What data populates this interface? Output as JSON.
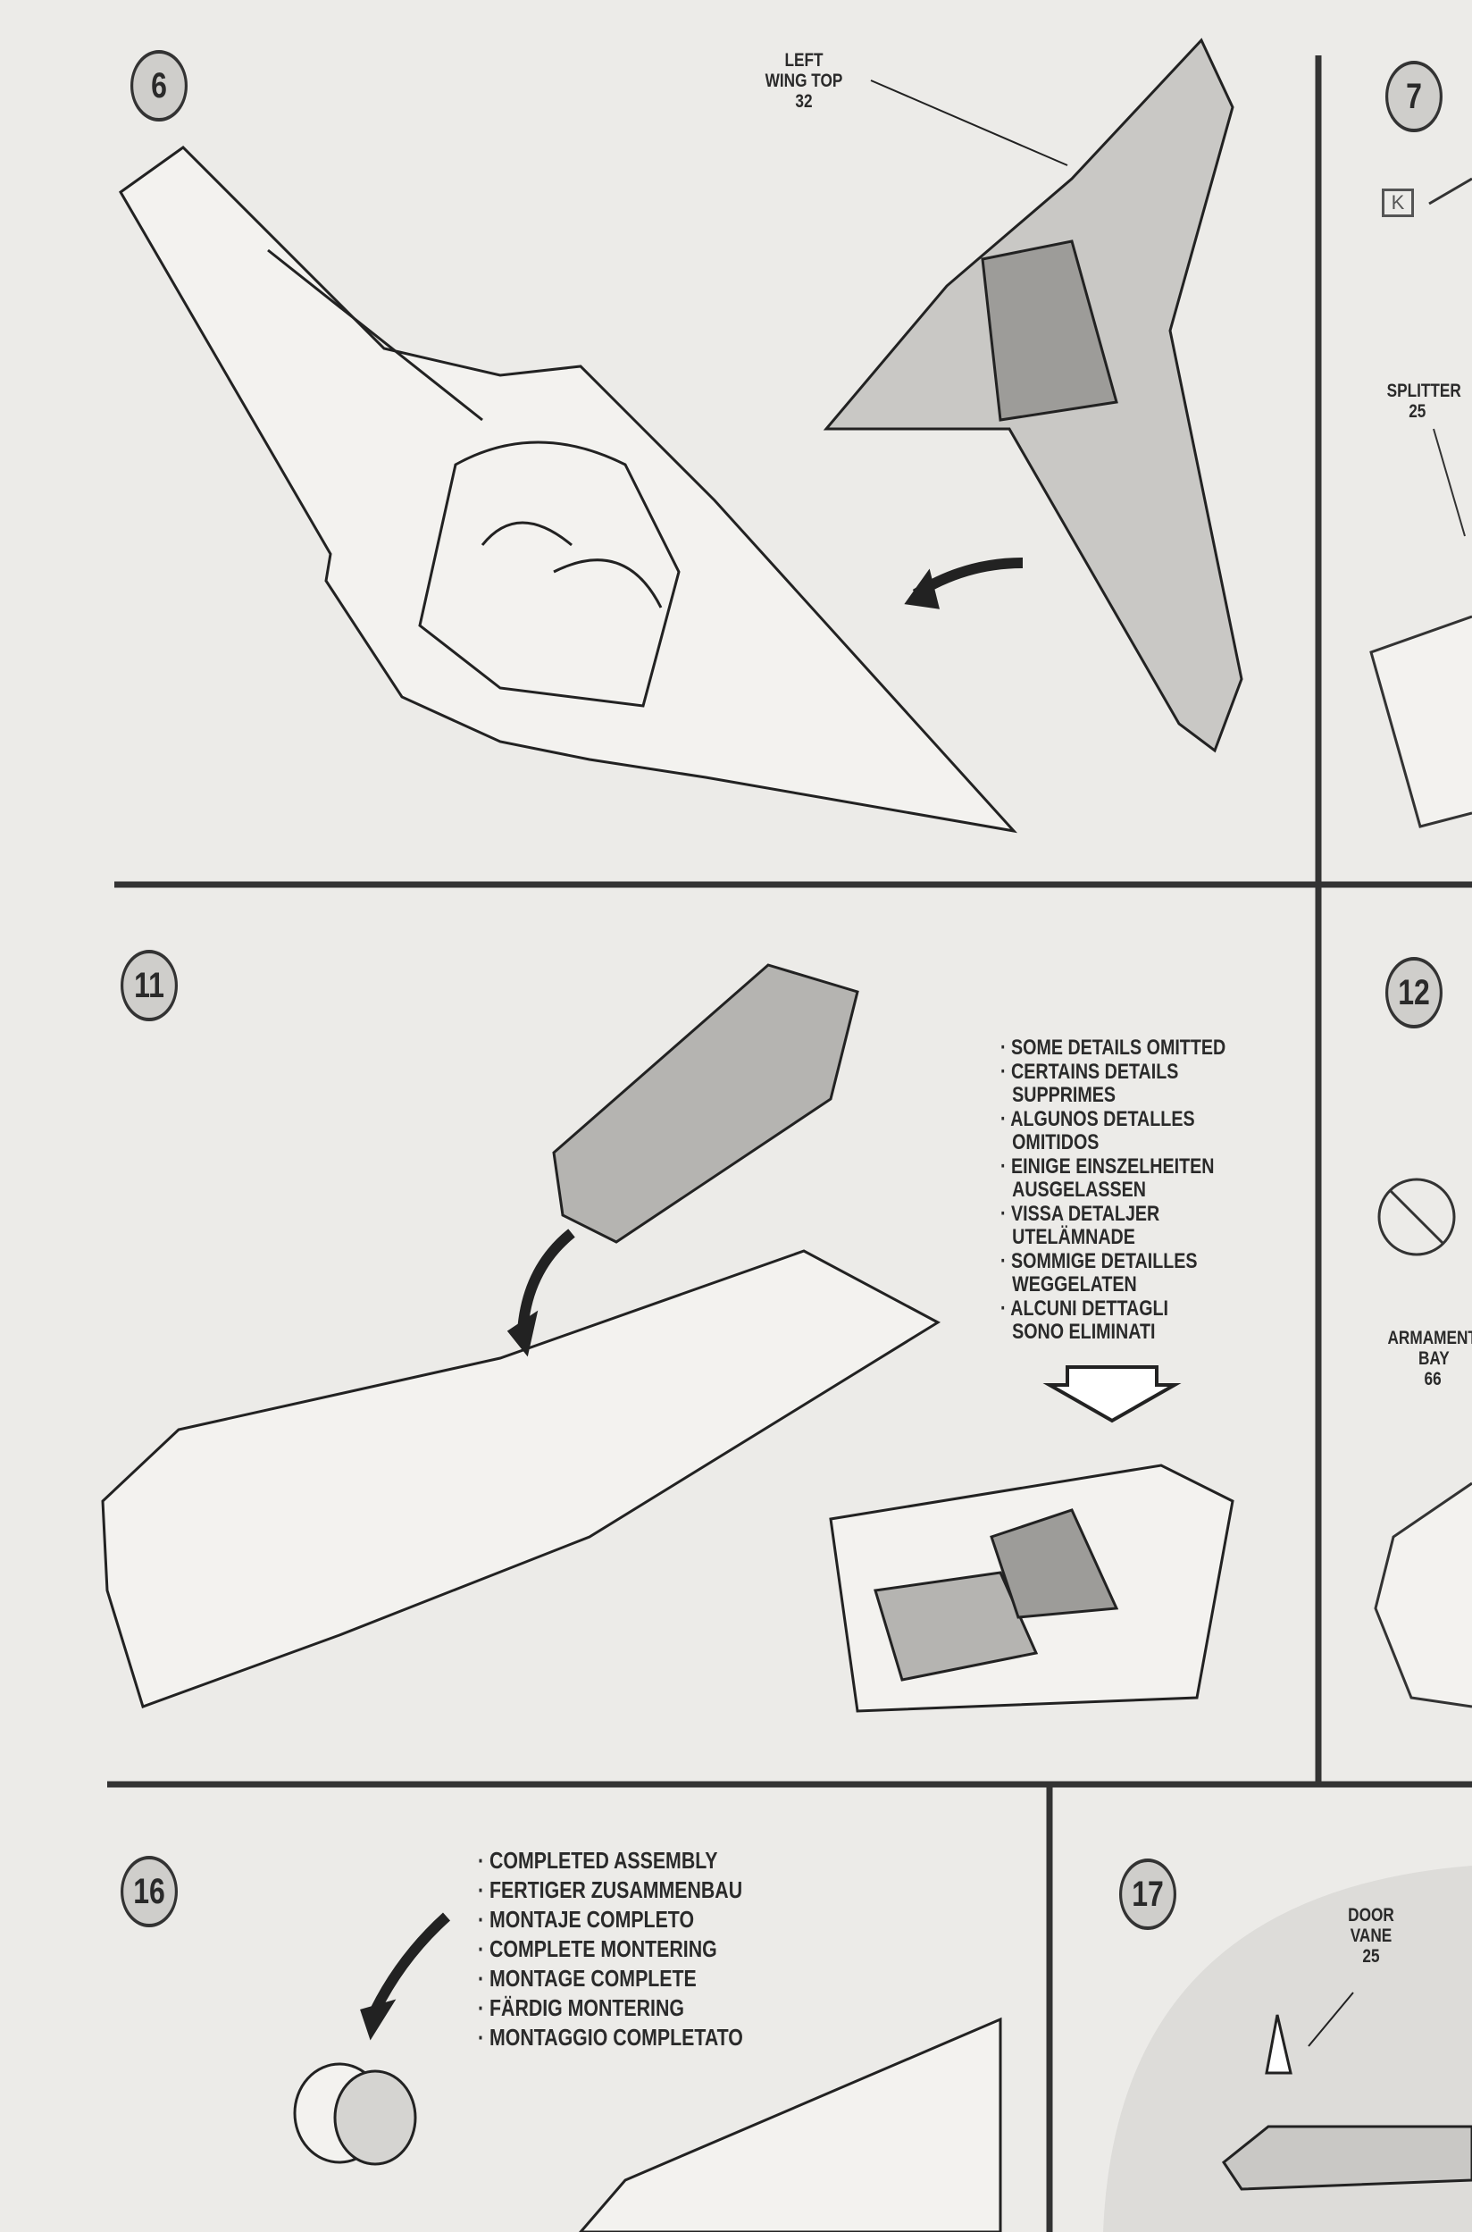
{
  "steps": {
    "s6": "6",
    "s7": "7",
    "s11": "11",
    "s12": "12",
    "s16": "16",
    "s17": "17"
  },
  "labels": {
    "left_wing_top": [
      "LEFT",
      "WING TOP",
      "32"
    ],
    "splitter": [
      "SPLITTER",
      "25"
    ],
    "armament_bay": [
      "ARMAMENT",
      "BAY",
      "66"
    ],
    "door_vane": [
      "DOOR",
      "VANE",
      "25"
    ],
    "part_k": "K"
  },
  "details_omitted": [
    "· SOME DETAILS OMITTED",
    "· CERTAINS DETAILS SUPPRIMES",
    "· ALGUNOS DETALLES OMITIDOS",
    "· EINIGE EINSZELHEITEN AUSGELASSEN",
    "· VISSA DETALJER UTELÄMNADE",
    "· SOMMIGE DETAILLES WEGGELATEN",
    "· ALCUNI DETTAGLI SONO ELIMINATI"
  ],
  "completed_assembly": [
    "· COMPLETED ASSEMBLY",
    "· FERTIGER ZUSAMMENBAU",
    "· MONTAJE COMPLETO",
    "· COMPLETE MONTERING",
    "· MONTAGE COMPLETE",
    "· FÄRDIG MONTERING",
    "· MONTAGGIO COMPLETATO"
  ]
}
